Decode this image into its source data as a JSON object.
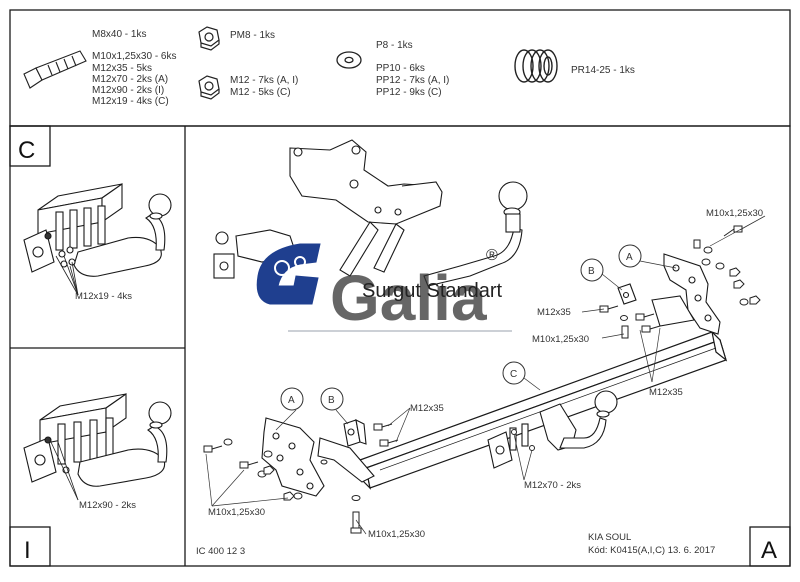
{
  "parts_list": {
    "bolts": [
      "M8x40 - 1ks",
      "M10x1,25x30 - 6ks",
      "M12x35 - 5ks",
      "M12x70 - 2ks (A)",
      "M12x90 - 2ks (I)",
      "M12x19 - 4ks (C)"
    ],
    "nut_pm8": "PM8 - 1ks",
    "nuts_m12": [
      "M12 - 7ks (A, I)",
      "M12 - 5ks (C)"
    ],
    "washers": [
      "P8 - 1ks",
      "PP10 - 6ks",
      "PP12 - 7ks (A, I)",
      "PP12 - 9ks (C)"
    ],
    "spring_washer": "PR14-25 - 1ks"
  },
  "panels": {
    "c_letter": "C",
    "c_callout": "M12x19 - 4ks",
    "i_letter": "I",
    "i_callout": "M12x90 - 2ks",
    "a_letter": "A"
  },
  "main_callouts": {
    "m10_top": "M10x1,25x30",
    "m12x35_left": "M12x35",
    "m10_mid": "M10x1,25x30",
    "m12x35_right": "M12x35",
    "m12x35_bottom": "M12x35",
    "m10_bottom_left": "M10x1,25x30",
    "m10_bottom": "M10x1,25x30",
    "m12x70": "M12x70 - 2ks",
    "label_a": "A",
    "label_b": "B",
    "label_c": "C"
  },
  "watermark": {
    "logo_text": "Galia",
    "registered": "®",
    "company": "Surgut Standart"
  },
  "footer": {
    "doc_code": "IC 400 12 3",
    "vehicle": "KIA SOUL",
    "kod": "Kód: K0415(A,I,C)  13. 6. 2017"
  },
  "colors": {
    "line": "#1a1a1a",
    "watermark_blue": "#1f3f8f",
    "watermark_grey": "#c9ced6"
  }
}
